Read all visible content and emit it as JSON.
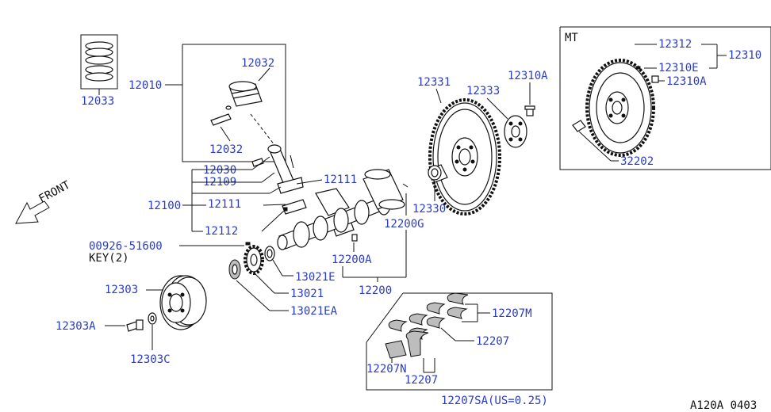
{
  "colors": {
    "label": "#2a3cc4",
    "line": "#111111",
    "background": "#ffffff"
  },
  "inset": {
    "title": "MT"
  },
  "labels": {
    "p12033": "12033",
    "p12010": "12010",
    "p12032_top": "12032",
    "p12032_bottom": "12032",
    "p12030": "12030",
    "p12109": "12109",
    "p12111_right": "12111",
    "p12100": "12100",
    "p12111_left": "12111",
    "p12112": "12112",
    "p00926": "00926-51600",
    "key": "KEY(2)",
    "p12200A": "12200A",
    "p12200G": "12200G",
    "p12200": "12200",
    "p13021E": "13021E",
    "p13021": "13021",
    "p13021EA": "13021EA",
    "p12303": "12303",
    "p12303A": "12303A",
    "p12303C": "12303C",
    "p12331": "12331",
    "p12333": "12333",
    "p12310A": "12310A",
    "p12330": "12330",
    "p12312": "12312",
    "p12310": "12310",
    "p12310E": "12310E",
    "p12310A_mt": "12310A",
    "p32202": "32202",
    "p12207M": "12207M",
    "p12207_right": "12207",
    "p12207N": "12207N",
    "p12207_bottom": "12207",
    "p12207SA": "12207SA(US=0.25)",
    "front": "FRONT",
    "drawing_code": "A120A 0403"
  }
}
